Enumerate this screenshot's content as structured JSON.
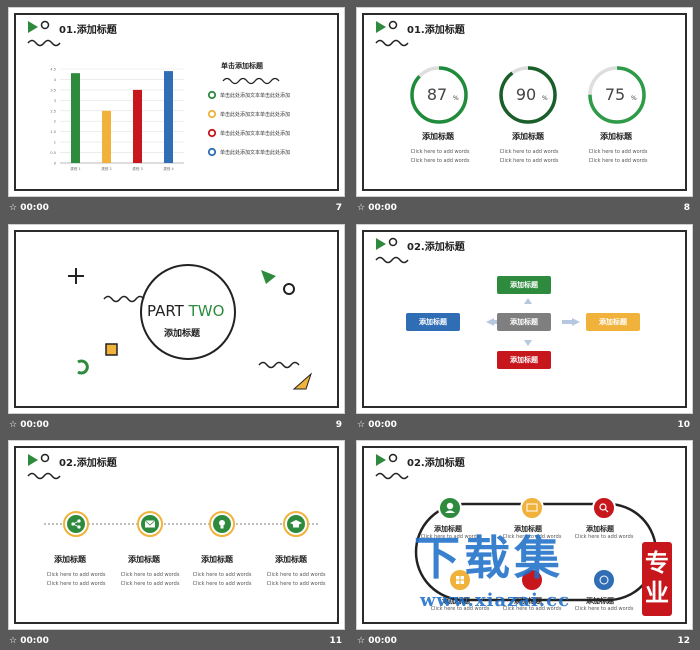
{
  "footer_time": "00:00",
  "slides": [
    {
      "number": "7",
      "title": "01.添加标题",
      "legend_title": "单击添加标题",
      "legend_items": [
        "单击此处添加文本单击此处添加",
        "单击此处添加文本单击此处添加",
        "单击此处添加文本单击此处添加",
        "单击此处添加文本单击此处添加"
      ],
      "legend_colors": [
        "#2e8b3e",
        "#f0b23b",
        "#c8161d",
        "#2f6db5"
      ]
    },
    {
      "number": "8",
      "title": "01.添加标题",
      "gauges": [
        {
          "value": "87",
          "unit": "%",
          "percent": 87,
          "color": "#1e8c3a",
          "label": "添加标题",
          "line1": "Click here to add words",
          "line2": "Click here to add words"
        },
        {
          "value": "90",
          "unit": "%",
          "percent": 90,
          "color": "#1a5e2a",
          "label": "添加标题",
          "line1": "Click here to add words",
          "line2": "Click here to add words"
        },
        {
          "value": "75",
          "unit": "%",
          "percent": 75,
          "color": "#2e9b48",
          "label": "添加标题",
          "line1": "Click here to add words",
          "line2": "Click here to add words"
        }
      ]
    },
    {
      "number": "9",
      "part_a": "PART ",
      "part_b": "TWO",
      "subtitle": "添加标题"
    },
    {
      "number": "10",
      "title": "02.添加标题",
      "center": "添加标题",
      "top": "添加标题",
      "left": "添加标题",
      "right": "添加标题",
      "bottom": "添加标题"
    },
    {
      "number": "11",
      "title": "02.添加标题",
      "items": [
        {
          "icon": "share-icon",
          "label": "添加标题",
          "line1": "Click here to add words",
          "line2": "Click here to add words"
        },
        {
          "icon": "mail-icon",
          "label": "添加标题",
          "line1": "Click here to add words",
          "line2": "Click here to add words"
        },
        {
          "icon": "lightbulb-icon",
          "label": "添加标题",
          "line1": "Click here to add words",
          "line2": "Click here to add words"
        },
        {
          "icon": "graduation-cap-icon",
          "label": "添加标题",
          "line1": "Click here to add words",
          "line2": "Click here to add words"
        }
      ]
    },
    {
      "number": "12",
      "title": "02.添加标题",
      "top_labels": [
        "添加标题",
        "添加标题",
        "添加标题"
      ],
      "top_words": [
        "Click here to add words",
        "Click here to add words",
        "Click here to add words"
      ],
      "bottom_labels": [
        "添加标题",
        "添加标题",
        "添加标题"
      ],
      "bottom_words": [
        "Click here to add words",
        "Click here to add words",
        "Click here to add words"
      ],
      "watermark_main": "下载集",
      "watermark_url": "www.xiazai.cc",
      "seal_text": "专业"
    }
  ],
  "chart_data": {
    "type": "bar",
    "categories": [
      "类别 1",
      "类别 2",
      "类别 3",
      "类别 4"
    ],
    "values": [
      4.3,
      2.5,
      3.5,
      4.4
    ],
    "colors": [
      "#2e8b3e",
      "#f0b23b",
      "#c8161d",
      "#2f6db5"
    ],
    "ylim": [
      0,
      4.5
    ],
    "yticks": [
      "4.5",
      "4",
      "3.5",
      "3",
      "2.5",
      "2",
      "1.5",
      "1",
      "0.5",
      "0"
    ],
    "grid": true
  }
}
